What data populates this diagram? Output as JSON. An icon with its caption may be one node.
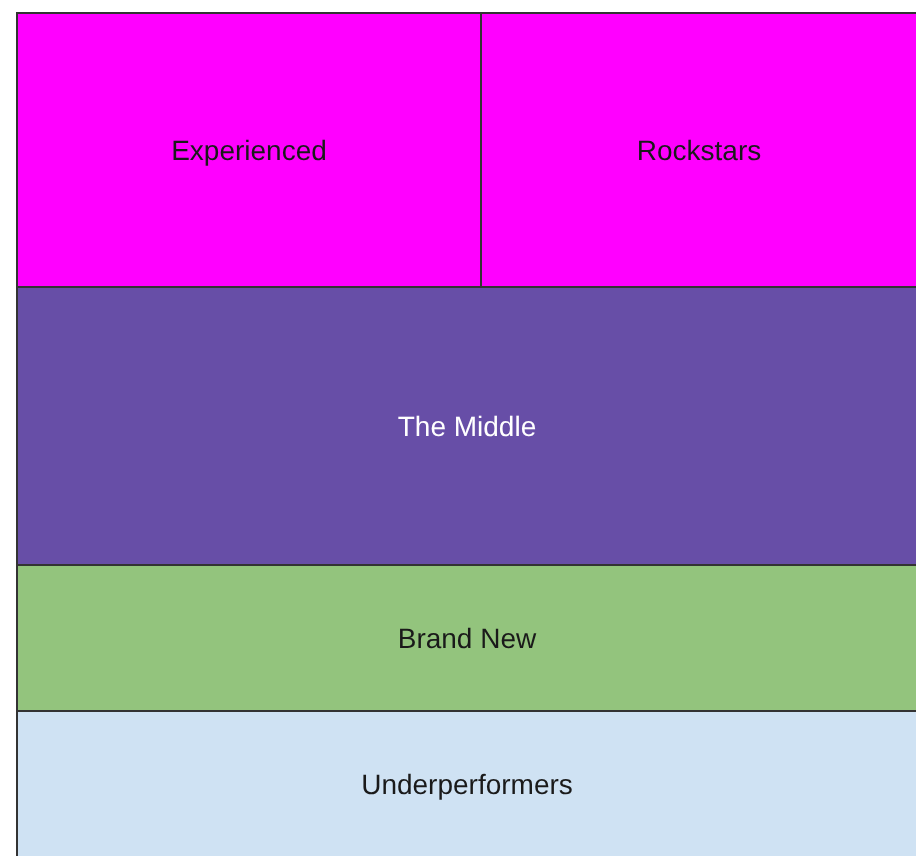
{
  "diagram": {
    "nodes": [
      {
        "text": [
          "Experienced"
        ]
      },
      {
        "text": [
          "Rockstars"
        ]
      },
      {
        "text": [
          "The Middle"
        ]
      },
      {
        "text": [
          "Brand New"
        ]
      },
      {
        "text": [
          "Underperformers"
        ]
      }
    ]
  }
}
